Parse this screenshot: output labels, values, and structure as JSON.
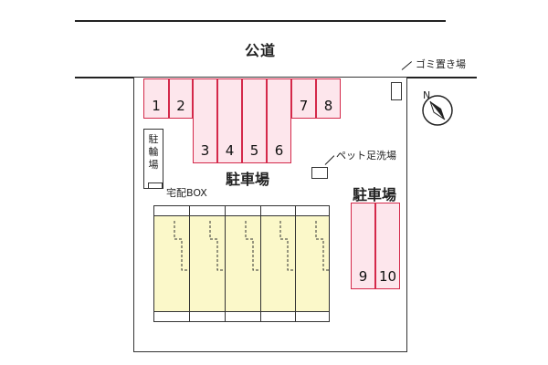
{
  "road": {
    "label": "公道"
  },
  "parking": {
    "main_label": "駐車場",
    "side_label": "駐車場",
    "spaces": [
      "1",
      "2",
      "3",
      "4",
      "5",
      "6",
      "7",
      "8",
      "9",
      "10"
    ]
  },
  "facilities": {
    "trash": "ゴミ置き場",
    "pet_wash": "ペット足洗場",
    "delivery_box": "宅配BOX",
    "bike_parking": [
      "駐",
      "輪",
      "場"
    ]
  },
  "compass": {
    "letter": "N"
  },
  "colors": {
    "parking_border": "#d4294a",
    "parking_fill": "#fde6ec",
    "building_fill": "#fbf8c9"
  }
}
